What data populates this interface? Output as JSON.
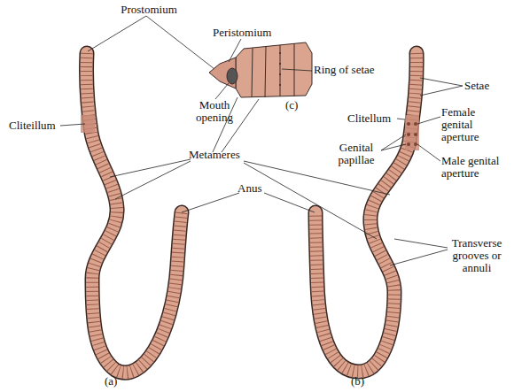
{
  "diagram": {
    "labels": [
      "Prostomium",
      "Peristomium",
      "Ring of setae",
      "Mouth opening",
      "(c)",
      "Setae",
      "Cliteillum",
      "Clitellum",
      "Female genital aperture",
      "Genital papillae",
      "Male genital aperture",
      "Metameres",
      "Anus",
      "Transverse grooves or annuli",
      "(a)",
      "(b)"
    ]
  }
}
